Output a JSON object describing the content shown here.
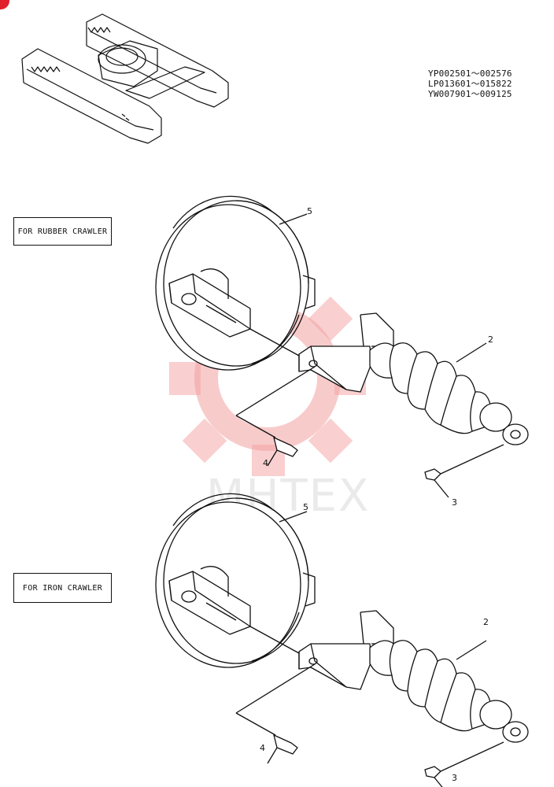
{
  "serial_ranges": [
    "YP002501〜002576",
    "LP013601〜015822",
    "YW007901〜009125"
  ],
  "variants": [
    {
      "label": "FOR RUBBER CRAWLER",
      "callouts": {
        "idler": "5",
        "cushion": "2",
        "bolt_small": "3",
        "bolt_large": "4"
      }
    },
    {
      "label": "FOR IRON CRAWLER",
      "callouts": {
        "idler": "5",
        "cushion": "2",
        "bolt_small": "3",
        "bolt_large": "4"
      }
    }
  ],
  "watermark": {
    "text": "MHTEX",
    "color": "#f08080"
  },
  "colors": {
    "line": "#111111",
    "badge": "#e0202a"
  }
}
